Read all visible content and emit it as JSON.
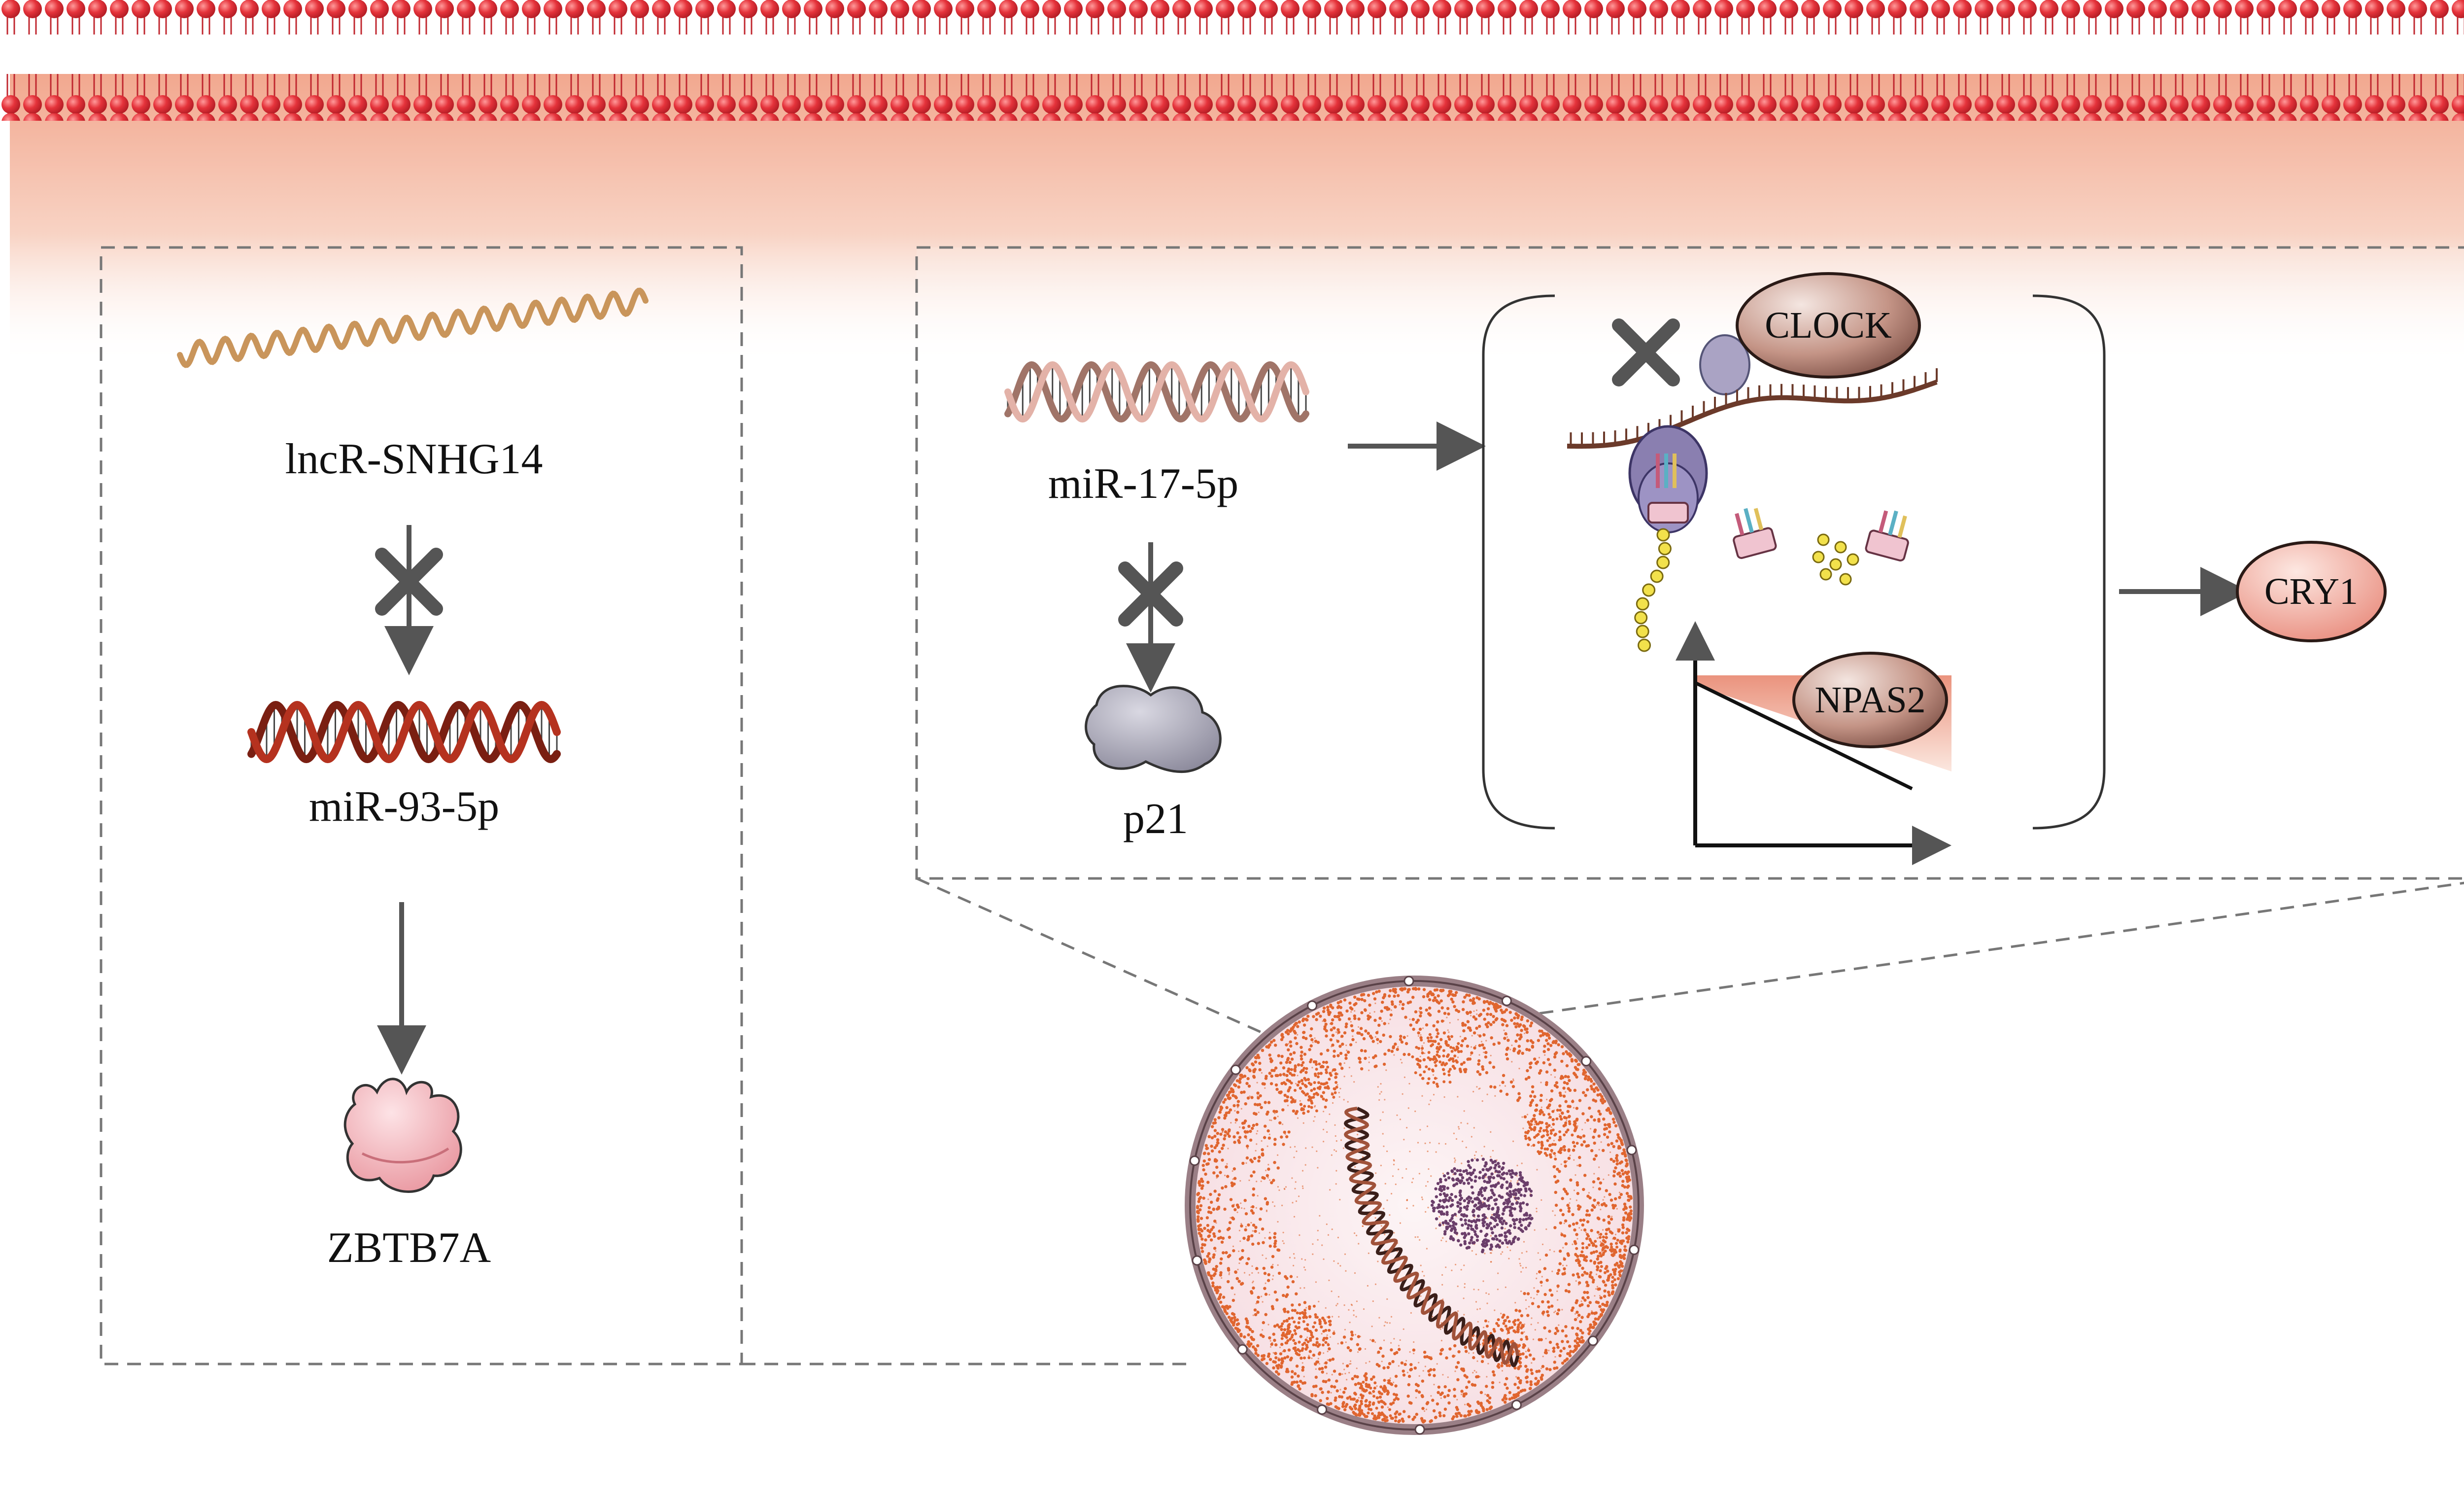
{
  "colors": {
    "membrane_head": "#e5333b",
    "membrane_gradient_top": "#f2a88f",
    "arrow": "#555555",
    "dashed_box": "#777777",
    "rna_dark_red": "#b5321f",
    "rna_pink": "#e3b2a8",
    "lnc_gold": "#c9955b",
    "clock_oval": "#9c6b5e",
    "npas2_oval": "#8a5a52",
    "cry1_oval": "#f2a090",
    "p21_shape": "#a5a3b3",
    "zbtb7a_shape": "#f1a8b0",
    "nucleus_fill": "#faecef",
    "nucleus_rim": "#9a7f86",
    "chromatin_dots": "#e0652f",
    "nucleolus": "#6b3e6a"
  },
  "left_panel": {
    "lnc_label": "lncR-SNHG14",
    "mir93_label": "miR-93-5p",
    "zbtb_label": "ZBTB7A"
  },
  "right_panel": {
    "mir17_label": "miR-17-5p",
    "p21_label": "p21",
    "clock_label": "CLOCK",
    "npas2_label": "NPAS2",
    "cry1_label": "CRY1"
  },
  "icons": {
    "inhibition": "x-mark-icon",
    "activation": "arrow-icon",
    "ribosome": "ribosome-icon",
    "trna": "trna-icon",
    "nucleus": "nucleus-icon",
    "membrane": "lipid-bilayer-icon"
  }
}
